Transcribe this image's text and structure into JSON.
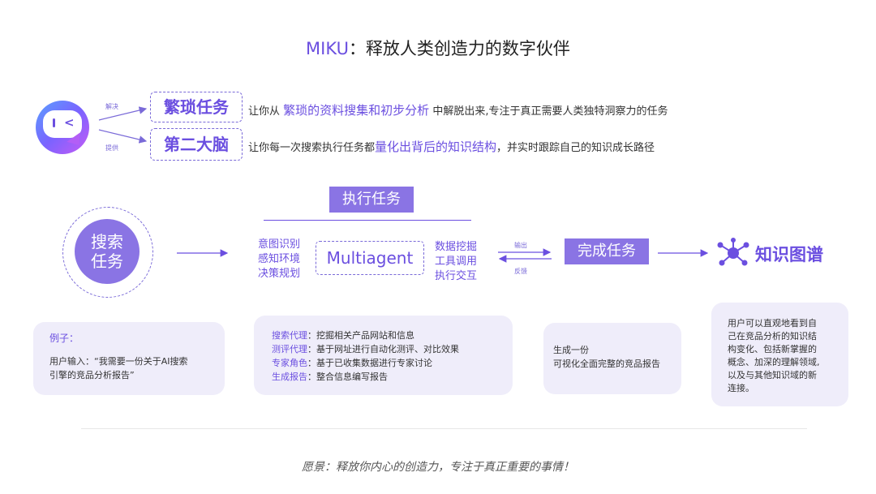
{
  "title": {
    "brand": "MIKU",
    "rest": "：释放人类创造力的数字伙伴"
  },
  "top": {
    "arrow1_label": "解决",
    "arrow2_label": "提供",
    "box1": "繁琐任务",
    "box2": "第二大脑",
    "line1": {
      "pre": "让你从",
      "hl": "繁琐的资料搜集和初步分析",
      "post": "中解脱出来,专注于真正需要人类独特洞察力的任务"
    },
    "line2": {
      "pre": "让你每一次搜索执行任务都",
      "hl": "量化出背后的知识结构",
      "post": "，并实时跟踪自己的知识成长路径"
    }
  },
  "flow": {
    "exec_title": "执行任务",
    "search_task": [
      "搜索",
      "任务"
    ],
    "left_list": [
      "意图识别",
      "感知环境",
      "决策规划"
    ],
    "center": "Multiagent",
    "right_list": [
      "数据挖掘",
      "工具调用",
      "执行交互"
    ],
    "output_label": "输出",
    "feedback_label": "反馈",
    "done": "完成任务",
    "knowledge_graph": "知识图谱"
  },
  "cards": {
    "example_title": "例子：",
    "example_body": [
      "用户输入：“我需要一份关于AI搜索",
      "引擎的竞品分析报告”"
    ],
    "agents": [
      {
        "key": "搜索代理",
        "val": "：挖掘相关产品网站和信息"
      },
      {
        "key": "测评代理",
        "val": "：基于网址进行自动化测评、对比效果"
      },
      {
        "key": "专家角色",
        "val": "：基于已收集数据进行专家讨论"
      },
      {
        "key": "生成报告",
        "val": "：整合信息编写报告"
      }
    ],
    "report": [
      "生成一份",
      "可视化全面完整的竞品报告"
    ],
    "kg_desc": [
      "用户可以直观地看到自",
      "己在竞品分析的知识结",
      "构变化、包括新掌握的",
      "概念、加深的理解领域,",
      "以及与其他知识域的新",
      "连接。"
    ]
  },
  "vision": "愿景：释放你内心的创造力，专注于真正重要的事情！",
  "colors": {
    "accent": "#6b4fe0",
    "fill": "#8a74e4",
    "card": "#efedfa"
  }
}
